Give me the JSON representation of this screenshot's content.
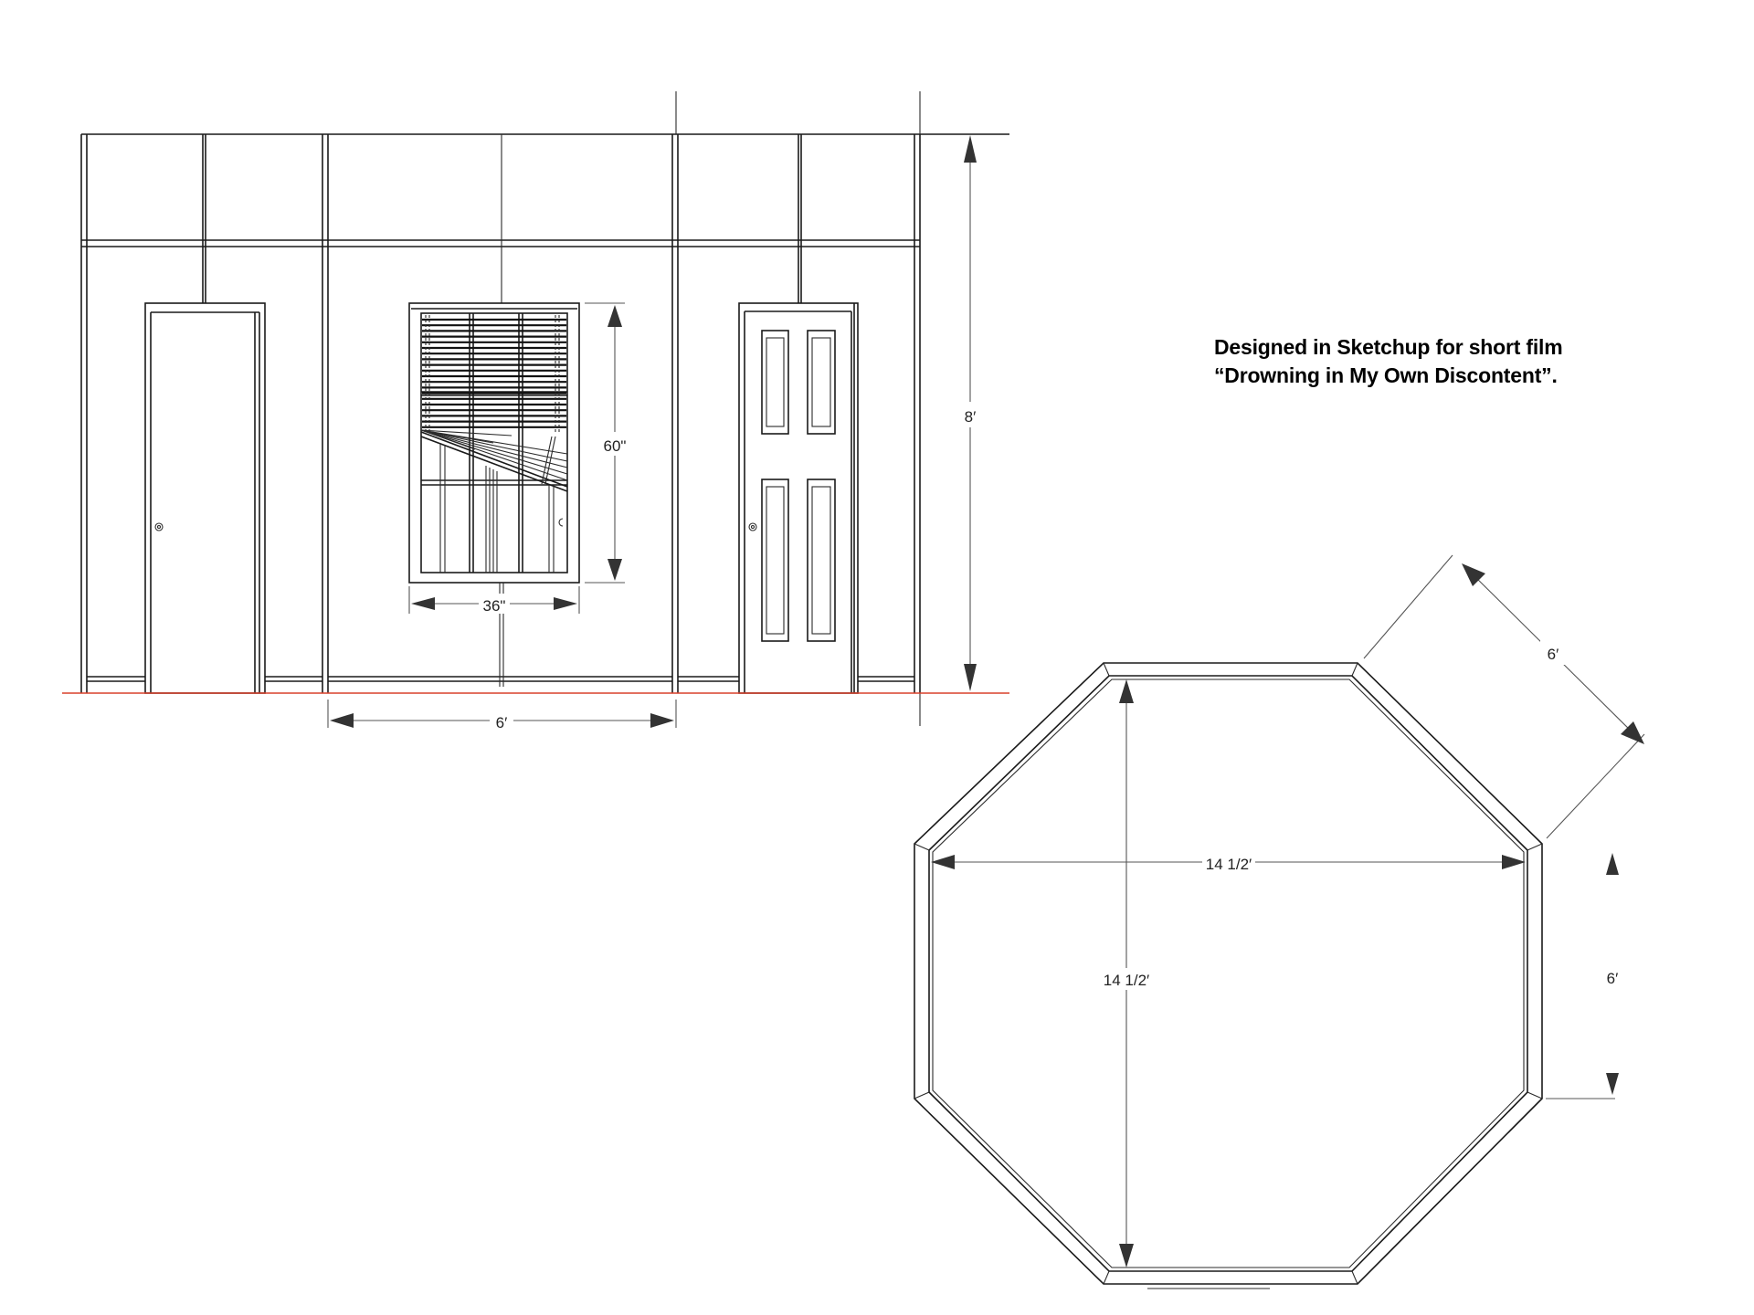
{
  "note": {
    "line1": "Designed in Sketchup for short film",
    "line2": "“Drowning in My Own Discontent”."
  },
  "elevation": {
    "title": "wall-elevation",
    "dimensions": {
      "wall_height": "8′",
      "window_height": "60\"",
      "window_width": "36\"",
      "panel_width": "6′"
    },
    "elements": [
      "left-flush-door",
      "center-window-with-blinds",
      "right-four-panel-door"
    ]
  },
  "plan": {
    "title": "octagon-floor-plan",
    "dimensions": {
      "diagonal_side": "6′",
      "width": "14 1/2′",
      "depth": "14 1/2′",
      "right_side": "6′"
    }
  },
  "colors": {
    "line": "#1a1a1a",
    "ground_line": "#d9402b",
    "dimension": "#555555"
  }
}
